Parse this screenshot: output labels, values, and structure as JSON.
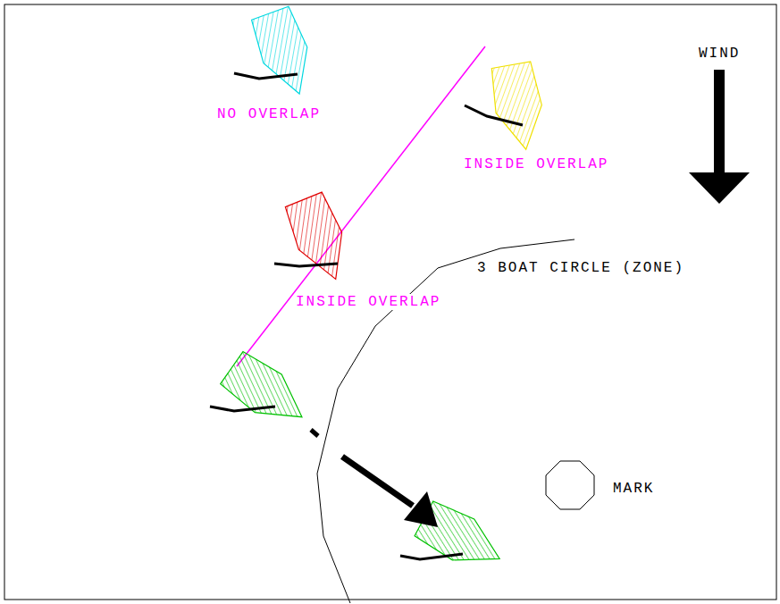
{
  "diagram": {
    "labels": [
      "NO OVERLAP",
      "INSIDE OVERLAP",
      "WIND",
      "INSIDE OVERLAP",
      "3 BOAT CIRCLE (ZONE)",
      "MARK"
    ]
  }
}
